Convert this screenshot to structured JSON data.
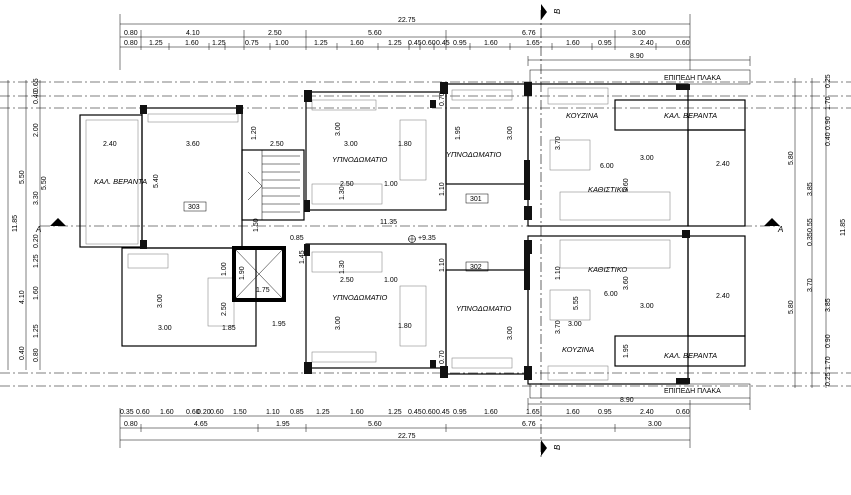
{
  "top_dims": {
    "overall": "22.75",
    "row1": [
      "0.80",
      "4.10",
      "2.50",
      "5.60",
      "6.76",
      "3.00"
    ],
    "row2": [
      "0.80",
      "1.25",
      "1.60",
      "1.25",
      "0.75",
      "1.00",
      "1.25",
      "1.60",
      "1.25",
      "0.45",
      "0.60",
      "0.45",
      "0.95",
      "1.60",
      "1.65",
      "1.60",
      "0.95",
      "2.40",
      "0.60"
    ],
    "right_block": "8.90"
  },
  "bottom_dims": {
    "overall": "22.75",
    "row1": [
      "0.35",
      "0.60",
      "1.60",
      "0.60",
      "0.20",
      "0.60",
      "1.50",
      "1.10",
      "0.85",
      "1.25",
      "1.60",
      "1.25",
      "0.45",
      "0.60",
      "0.45",
      "0.95",
      "1.60",
      "1.65",
      "1.60",
      "0.95",
      "2.40",
      "0.60"
    ],
    "row2": [
      "0.80",
      "4.65",
      "1.95",
      "5.60",
      "6.76",
      "3.00"
    ],
    "right_block": "8.90"
  },
  "left_dims": {
    "outer": [
      "11.85"
    ],
    "mid": [
      "5.50",
      "5.50"
    ],
    "inner": [
      "0.65",
      "0.40",
      "2.00",
      "3.30",
      "1.25",
      "0.20",
      "1.60",
      "4.10",
      "1.25",
      "0.40",
      "0.80"
    ]
  },
  "right_dims": {
    "a": [
      "0.25",
      "1.70",
      "0.90",
      "0.40",
      "5.80",
      "0.55",
      "0.35",
      "5.80",
      "0.90",
      "1.70",
      "0.25"
    ],
    "b": [
      "3.85",
      "3.70",
      "3.85"
    ],
    "c": [
      "11.85"
    ]
  },
  "section_marks": {
    "a_left": "A",
    "a_right": "A",
    "b_top": "B",
    "b_bottom": "B"
  },
  "rooms": {
    "veranda_left": "ΚΑΛ. ΒΕΡΑΝΤΑ",
    "bedroom_301": "ΥΠΝΟΔΩΜΑΤΙΟ",
    "bedroom_301b": "ΥΠΝΟΔΩΜΑΤΙΟ",
    "bedroom_302": "ΥΠΝΟΔΩΜΑΤΙΟ",
    "bedroom_302b": "ΥΠΝΟΔΩΜΑΤΙΟ",
    "kitchen_top": "ΚΟΥΖΙΝΑ",
    "kitchen_bottom": "ΚΟΥΖΙΝΑ",
    "living_top": "ΚΑΘΙΣΤΙΚΟ",
    "living_bottom": "ΚΑΘΙΣΤΙΚΟ",
    "veranda_top": "ΚΑΛ. ΒΕΡΑΝΤΑ",
    "veranda_bottom": "ΚΑΛ. ΒΕΡΑΝΤΑ",
    "slab_top": "ΕΠΙΠΕΔΗ ΠΛΑΚΑ",
    "slab_bottom": "ΕΠΙΠΕΔΗ ΠΛΑΚΑ"
  },
  "unit_tags": {
    "u303": "303",
    "u301": "301",
    "u302": "302"
  },
  "level": "+9.35",
  "interior_dims": {
    "d_240": "2.40",
    "d_360": "3.60",
    "d_540": "5.40",
    "d_120": "1.20",
    "d_250": "2.50",
    "d_300a": "3.00",
    "d_300b": "3.00",
    "d_180a": "1.80",
    "d_250b": "2.50",
    "d_100a": "1.00",
    "d_130": "1.30",
    "d_110a": "1.10",
    "d_195a": "1.95",
    "d_300c": "3.00",
    "d_370a": "3.70",
    "d_600a": "6.00",
    "d_360b": "3.60",
    "d_240b": "2.40",
    "d_1135": "11.35",
    "d_150": "1.50",
    "d_085": "0.85",
    "d_145": "1.45",
    "d_100b": "1.00",
    "d_190": "1.90",
    "d_175": "1.75",
    "d_300d": "3.00",
    "d_250c": "2.50",
    "d_300e": "3.00",
    "d_185": "1.85",
    "d_195b": "1.95",
    "d_250d": "2.50",
    "d_100c": "1.00",
    "d_130b": "1.30",
    "d_110b": "1.10",
    "d_300f": "3.00",
    "d_180b": "1.80",
    "d_300g": "3.00",
    "d_110c": "1.10",
    "d_600b": "6.00",
    "d_360c": "3.60",
    "d_300h": "3.00",
    "d_240c": "2.40",
    "d_370b": "3.70",
    "d_195c": "1.95",
    "d_070a": "0.70",
    "d_070b": "0.70",
    "d_555": "5.55",
    "d_300i": "3.00",
    "d_300j": "3.00"
  }
}
